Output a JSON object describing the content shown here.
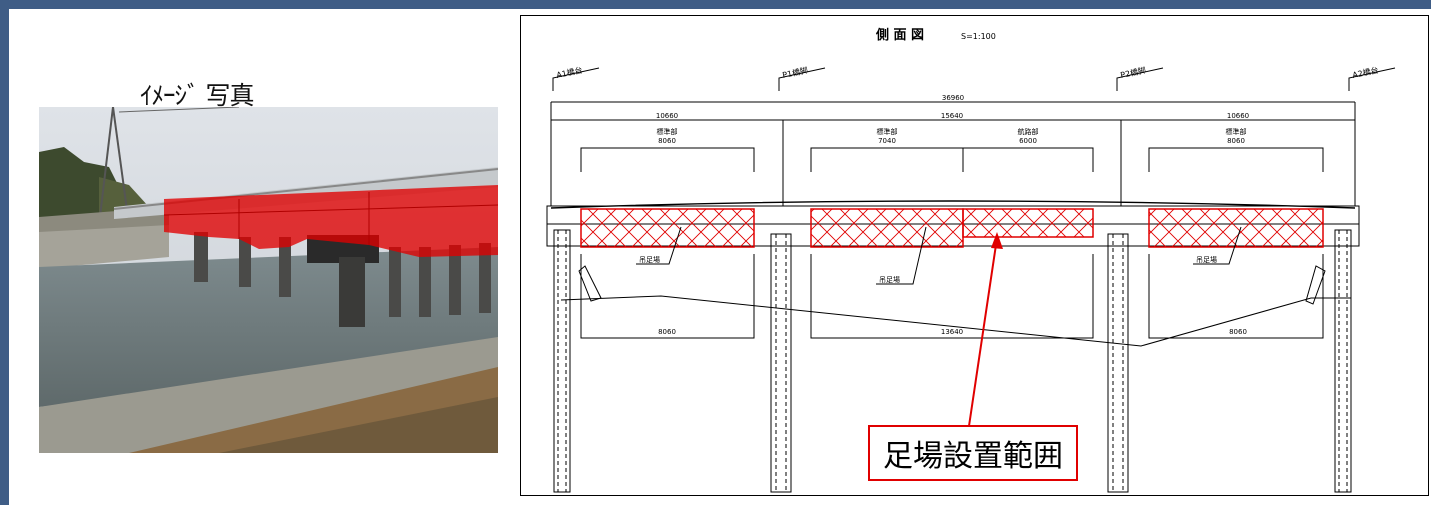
{
  "photo": {
    "caption": "ｲﾒｰｼﾞ 写真"
  },
  "drawing": {
    "title": "側 面 図",
    "scale": "S=1:100",
    "supports": {
      "a1": "A1橋台",
      "p1": "P1橋脚",
      "p2": "P2橋脚",
      "a2": "A2橋台"
    },
    "dims": {
      "total": "36960",
      "span_left": "10660",
      "span_center": "15640",
      "span_right": "10660",
      "sub_left": "8060",
      "sub_center_a": "7040",
      "sub_center_b": "6000",
      "sub_right": "8060",
      "bottom_left": "8060",
      "bottom_center": "13640",
      "bottom_right": "8060"
    },
    "section_labels": {
      "left": "標準部",
      "center_a": "標準部",
      "center_b": "航路部",
      "right": "標準部"
    },
    "scaffold_labels": {
      "left": "吊足場",
      "center": "吊足場",
      "right": "吊足場"
    }
  },
  "callout": {
    "text": "足場設置範囲"
  },
  "colors": {
    "frame": "#3f5d86",
    "highlight": "#e00000"
  }
}
